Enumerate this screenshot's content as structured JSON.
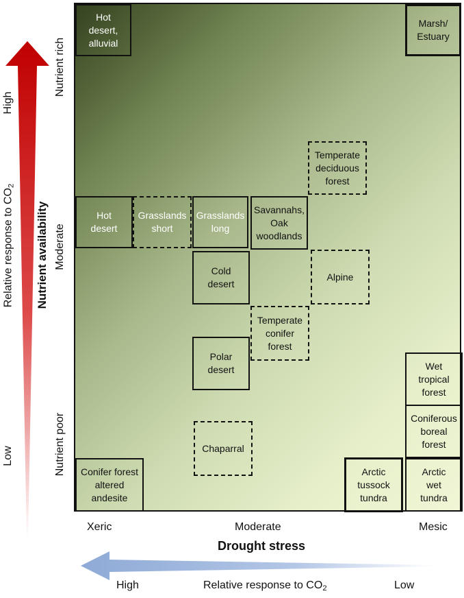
{
  "plot": {
    "boxes": [
      {
        "label": "Hot\ndesert,\nalluvial",
        "style": "solid",
        "text": "light"
      },
      {
        "label": "Marsh/\nEstuary",
        "style": "thick",
        "text": "dark"
      },
      {
        "label": "Temperate\ndeciduous\nforest",
        "style": "dashed",
        "text": "dark"
      },
      {
        "label": "Hot\ndesert",
        "style": "solid",
        "text": "light"
      },
      {
        "label": "Grasslands\nshort",
        "style": "dashed",
        "text": "light"
      },
      {
        "label": "Grasslands\nlong",
        "style": "solid",
        "text": "light"
      },
      {
        "label": "Savannahs,\nOak\nwoodlands",
        "style": "solid",
        "text": "dark"
      },
      {
        "label": "Cold\ndesert",
        "style": "solid",
        "text": "dark"
      },
      {
        "label": "Alpine",
        "style": "dashed",
        "text": "dark"
      },
      {
        "label": "Temperate\nconifer\nforest",
        "style": "dashed",
        "text": "dark"
      },
      {
        "label": "Polar\ndesert",
        "style": "solid",
        "text": "dark"
      },
      {
        "label": "Wet\ntropical\nforest",
        "style": "solid",
        "text": "dark"
      },
      {
        "label": "Coniferous\nboreal\nforest",
        "style": "solid",
        "text": "dark"
      },
      {
        "label": "Chaparral",
        "style": "dashed",
        "text": "dark"
      },
      {
        "label": "Conifer forest\naltered\nandesite",
        "style": "solid",
        "text": "dark"
      },
      {
        "label": "Arctic\ntussock\ntundra",
        "style": "thick",
        "text": "dark"
      },
      {
        "label": "Arctic\nwet\ntundra",
        "style": "solid",
        "text": "dark"
      }
    ]
  },
  "x_axis": {
    "title": "Drought stress",
    "ticks": [
      "Xeric",
      "Moderate",
      "Mesic"
    ]
  },
  "y_axis": {
    "title": "Nutrient availability",
    "ticks": [
      "Nutrient rich",
      "Moderate",
      "Nutrient poor"
    ]
  },
  "co2_vertical": {
    "label_main": "Relative response to CO",
    "label_sub": "2",
    "high": "High",
    "low": "Low",
    "arrow_color": "#c00000"
  },
  "co2_horizontal": {
    "label_main": "Relative response to CO",
    "label_sub": "2",
    "high": "High",
    "low": "Low",
    "arrow_color": "#8eaad6"
  }
}
